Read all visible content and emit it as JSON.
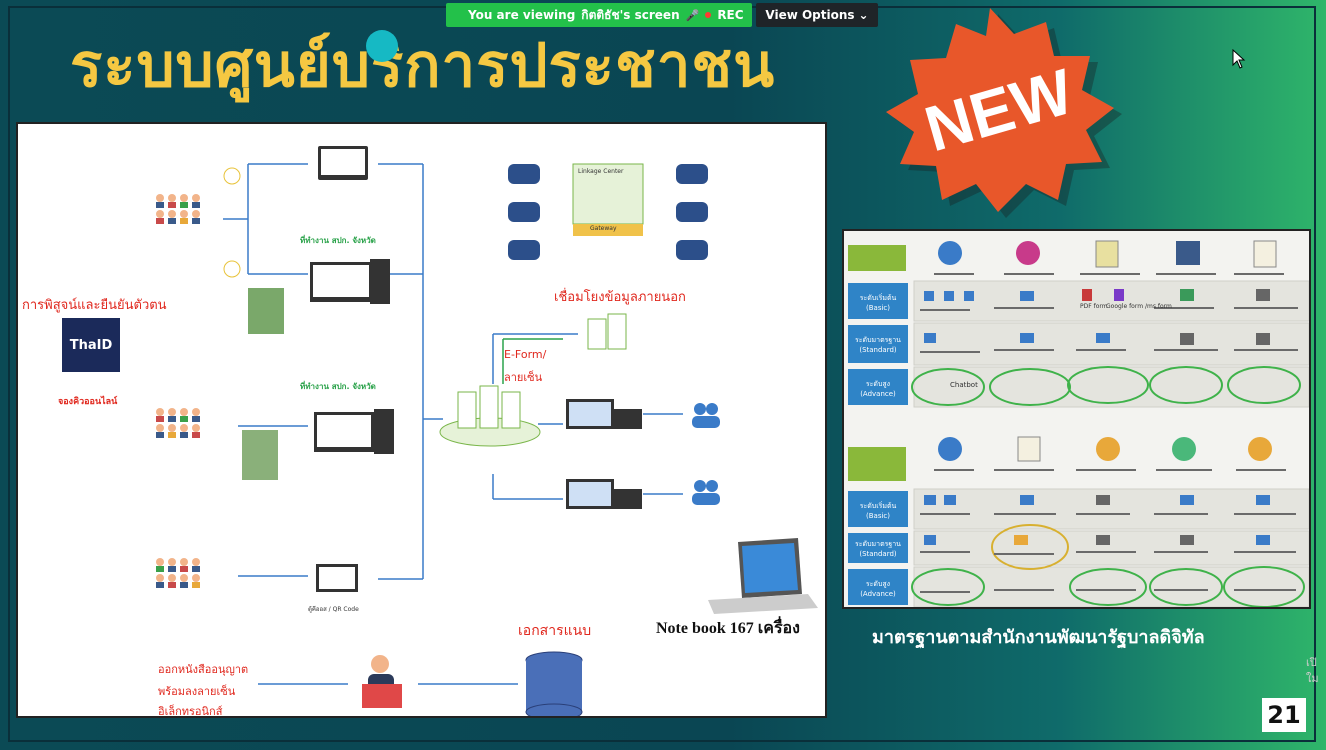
{
  "slide": {
    "title": "ระบบศูนย์บริการประชาชน",
    "badge_text": "NEW",
    "page_number": "21",
    "bottom_caption": "มาตรฐานตามสำนักงานพัฒนารัฐบาลดิจิทัล",
    "colors": {
      "title": "#f5c842",
      "badge": "#e8572a",
      "background": "#0b4a55"
    }
  },
  "zoom": {
    "viewing_text": "You are viewing",
    "presenter": "กิตติธัช's screen",
    "rec_label": "REC",
    "view_options": "View Options"
  },
  "left_diagram": {
    "identity_label": "การพิสูจน์และยืนยันตัวตน",
    "thaid_label": "ThaID",
    "queue_label": "จองคิวออนไลน์",
    "external_link_label": "เชื่อมโยงข้อมูลภายนอก",
    "eform_label": "E-Form/",
    "eform_label2": "ลายเซ็น",
    "attachments_label": "เอกสารแนบ",
    "notebook_label": "Note book 167 เครื่อง",
    "license_line1": "ออกหนังสืออนุญาต",
    "license_line2": "พร้อมลงลายเซ็น",
    "license_line3": "อิเล็กทรอนิกส์",
    "office_province_1": "ที่ทำงาน สปก. จังหวัด",
    "office_province_2": "ที่ทำงาน สปก. จังหวัด",
    "kiosk_label": "ตู้คีออส / QR Code",
    "linkage_center": "Linkage Center",
    "gateway": "Gateway"
  },
  "right_table": {
    "level_basic": "ระดับเริ่มต้น (Basic)",
    "level_standard": "ระดับมาตรฐาน (Standard)",
    "level_advance": "ระดับสูง (Advance)",
    "chatbot": "Chatbot",
    "pdf_form": "PDF form",
    "google_form": "Google form /ms form"
  },
  "side_text": "เปิ\nใม"
}
